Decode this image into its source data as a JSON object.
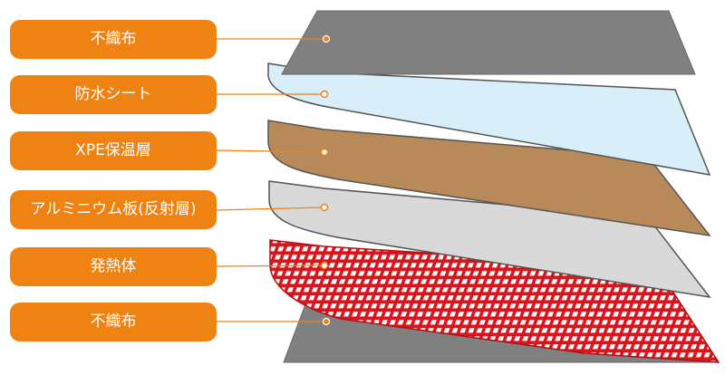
{
  "colors": {
    "label_fill": "#ee8213",
    "label_text": "#ffffff",
    "leader_line": "#ee8213",
    "nonwoven": "#808080",
    "waterproof_sheet": "#d8eef9",
    "xpe_insulation": "#b88a5a",
    "aluminum": "#d9d9d9",
    "heating_grid": "#d9141c"
  },
  "layers": [
    {
      "label": "不織布"
    },
    {
      "label": "防水シート"
    },
    {
      "label": "XPE保温層"
    },
    {
      "label": "アルミニウム板(反射層)"
    },
    {
      "label": "発熱体"
    },
    {
      "label": "不織布"
    }
  ]
}
